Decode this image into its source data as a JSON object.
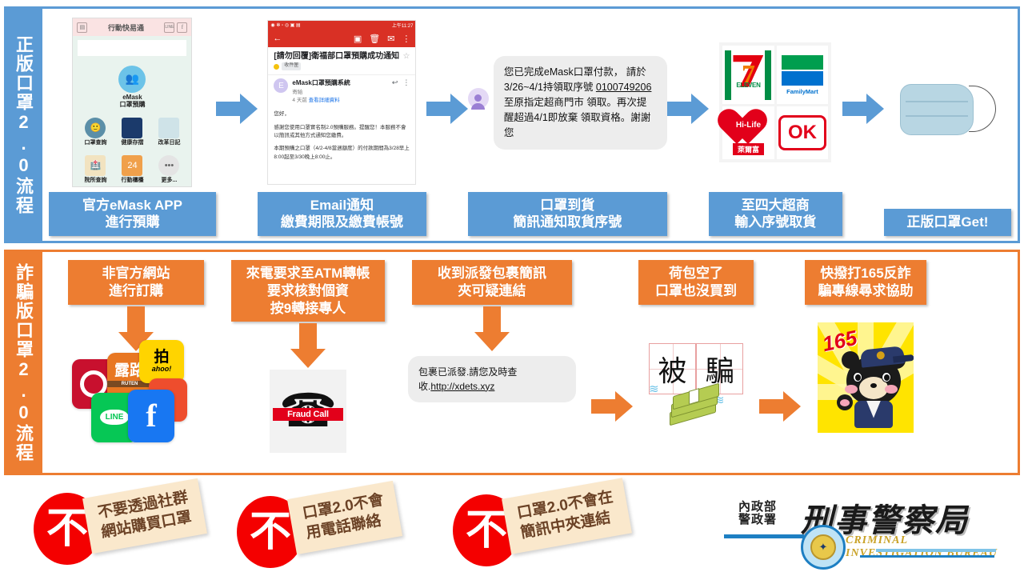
{
  "legit": {
    "side_label": "正版口罩2.0流程",
    "accent_color": "#5B9BD5",
    "steps": [
      {
        "caption": "官方eMask APP\n進行預購",
        "caption_line1": "官方eMask APP",
        "caption_line2": "進行預購",
        "visual": "emask-app-screenshot"
      },
      {
        "caption_line1": "Email通知",
        "caption_line2": "繳費期限及繳費帳號",
        "visual": "email-screenshot"
      },
      {
        "caption_line1": "口罩到貨",
        "caption_line2": "簡訊通知取貨序號",
        "visual": "sms-bubble"
      },
      {
        "caption_line1": "至四大超商",
        "caption_line2": "輸入序號取貨",
        "visual": "convenience-store-logos"
      },
      {
        "caption_line1": "正版口罩Get!",
        "caption_line2": "",
        "visual": "surgical-mask-photo"
      }
    ],
    "app": {
      "header_title": "行動快易通",
      "featured": {
        "label_en": "eMask",
        "label": "口罩預購"
      },
      "items": [
        {
          "label": "口罩查詢"
        },
        {
          "label": "健康存摺"
        },
        {
          "label": "改革日記"
        },
        {
          "label": "院所查詢"
        },
        {
          "label": "行動櫃檯"
        },
        {
          "label": "更多..."
        }
      ]
    },
    "email": {
      "status_time": "上午11:27",
      "subject": "[請勿回覆]衛福部口罩預購成功通知",
      "folder_tag": "收件匣",
      "sender": "eMask口罩預購系統",
      "to": "寄給",
      "time": "4 天前",
      "details_link": "查看詳細資料",
      "body_1": "您好，",
      "body_2": "感謝您使用口罩實名制2.0預購服務。提醒您！本服務不會以簡訊或其他方式通知您繳費。",
      "body_3": "本期預購之口罩（4/2-4/8當週額度）的付款期間為3/28早上8:00起至3/30晚上8:00止。"
    },
    "sms": {
      "text_1": "您已完成eMask口罩付款，",
      "text_2": "請於3/26~4/1持領取序號",
      "text_3_link": "0100749206",
      "text_3b": "至原指定超商門市",
      "text_4": "領取。再次提醒超過4/1即放棄",
      "text_5": "領取資格。謝謝您"
    },
    "stores": [
      {
        "name": "7-ELEVEN",
        "sub": "ELEVEN"
      },
      {
        "name": "FamilyMart"
      },
      {
        "name": "Hi-Life",
        "cn": "萊爾富"
      },
      {
        "name": "OK"
      }
    ]
  },
  "fraud": {
    "side_label": "詐騙版口罩2.0流程",
    "accent_color": "#ED7D31",
    "steps": [
      {
        "caption_line1": "非官方網站",
        "caption_line2": "進行訂購",
        "caption_line3": "",
        "visual": "shopping-platform-logos"
      },
      {
        "caption_line1": "來電要求至ATM轉帳",
        "caption_line2": "要求核對個資",
        "caption_line3": "按9轉接專人",
        "visual": "fraud-call-image"
      },
      {
        "caption_line1": "收到派發包裹簡訊",
        "caption_line2": "夾可疑連結",
        "caption_line3": "",
        "visual": "fraud-sms-bubble"
      },
      {
        "caption_line1": "荷包空了",
        "caption_line2": "口罩也沒買到",
        "caption_line3": "",
        "visual": "cheated-money-image"
      },
      {
        "caption_line1": "快撥打165反詐",
        "caption_line2": "騙專線尋求協助",
        "caption_line3": "",
        "visual": "165-bear-mascot"
      }
    ],
    "platform_logos": [
      "PChome",
      "露天 RUTEN",
      "Yahoo拍賣",
      "蝦皮 Shopee",
      "LINE",
      "Facebook"
    ],
    "ruten": {
      "cn": "露路",
      "en": "RUTEN"
    },
    "yahoo": {
      "mark": "拍",
      "text": "ahoo!"
    },
    "fraud_call_label": "Fraud Call",
    "fraud_sms": {
      "text": "包裹已派發.請您及時查收.",
      "link": "http://xdets.xyz"
    },
    "cheated": {
      "char1": "被",
      "char2": "騙"
    },
    "bear": {
      "number": "165"
    }
  },
  "warnings": [
    {
      "mark": "不",
      "line1": "不要透過社群",
      "line2": "網站購買口罩"
    },
    {
      "mark": "不",
      "line1": "口罩2.0不會",
      "line2": "用電話聯絡"
    },
    {
      "mark": "不",
      "line1": "口罩2.0不會在",
      "line2": "簡訊中夾連結"
    }
  ],
  "cib_logo": {
    "ministry_line1": "內政部",
    "ministry_line2": "警政署",
    "bureau": "刑事警察局",
    "english": "CRIMINAL INVESTIGATION BUREAU"
  }
}
